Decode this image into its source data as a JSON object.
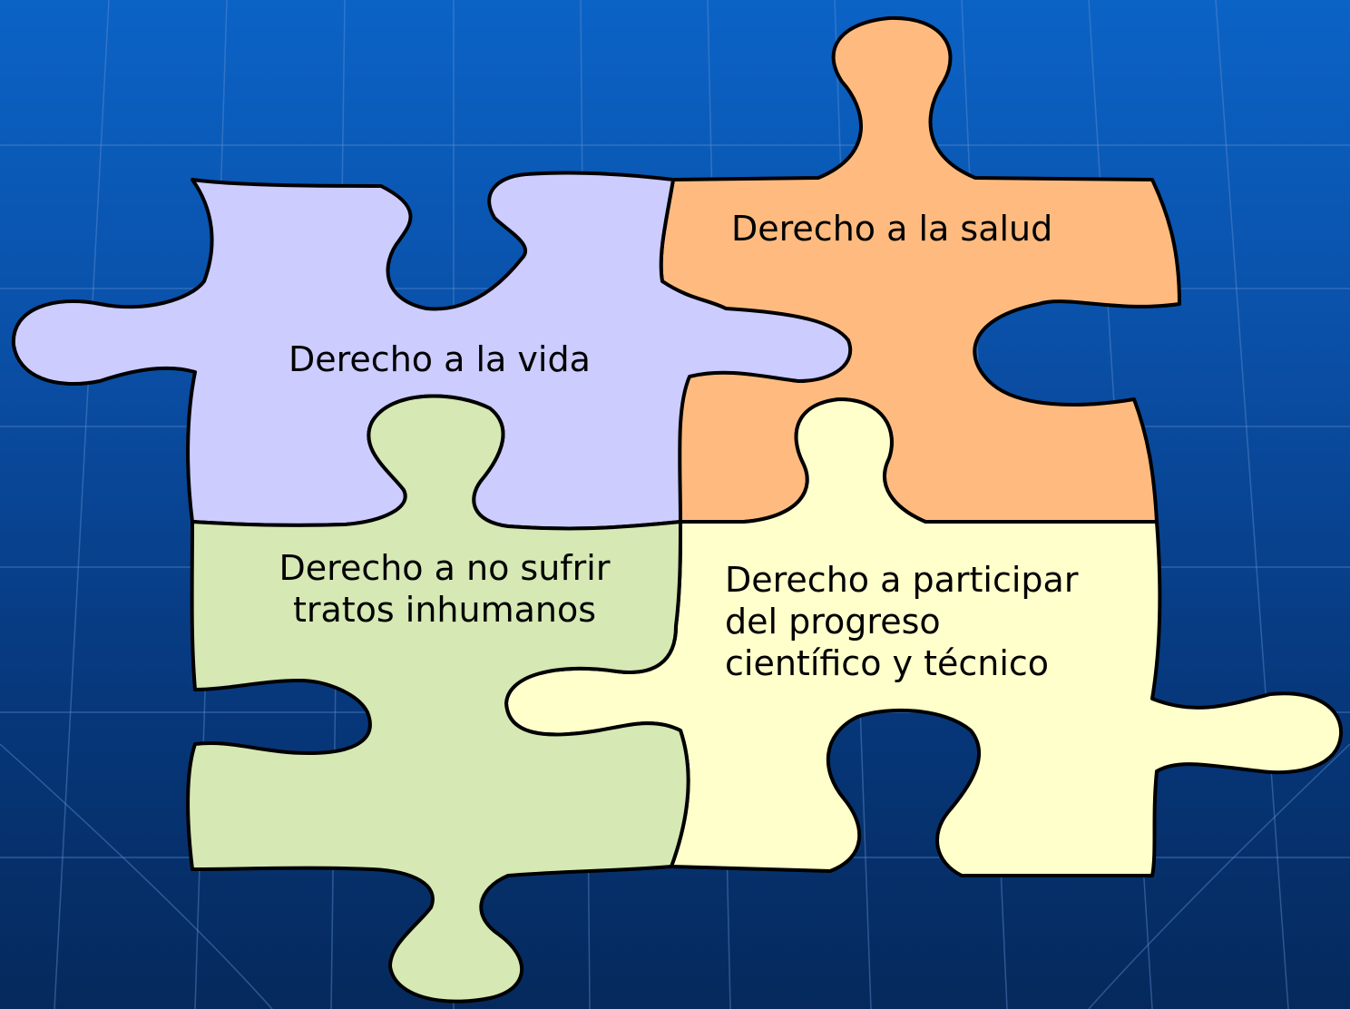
{
  "pieces": {
    "vida": {
      "lines": [
        "Derecho a la vida"
      ],
      "fill": "#ccccff"
    },
    "salud": {
      "lines": [
        "Derecho a la salud"
      ],
      "fill": "#ffbb7f"
    },
    "tratos": {
      "lines": [
        "Derecho a no sufrir",
        "tratos inhumanos"
      ],
      "fill": "#d6e8b4"
    },
    "progreso": {
      "lines": [
        "Derecho a participar",
        "del progreso",
        "científico y técnico"
      ],
      "fill": "#ffffcc"
    }
  },
  "colors": {
    "background_top": "#0b63c6",
    "background_bottom": "#05295c",
    "outline": "#000000"
  }
}
